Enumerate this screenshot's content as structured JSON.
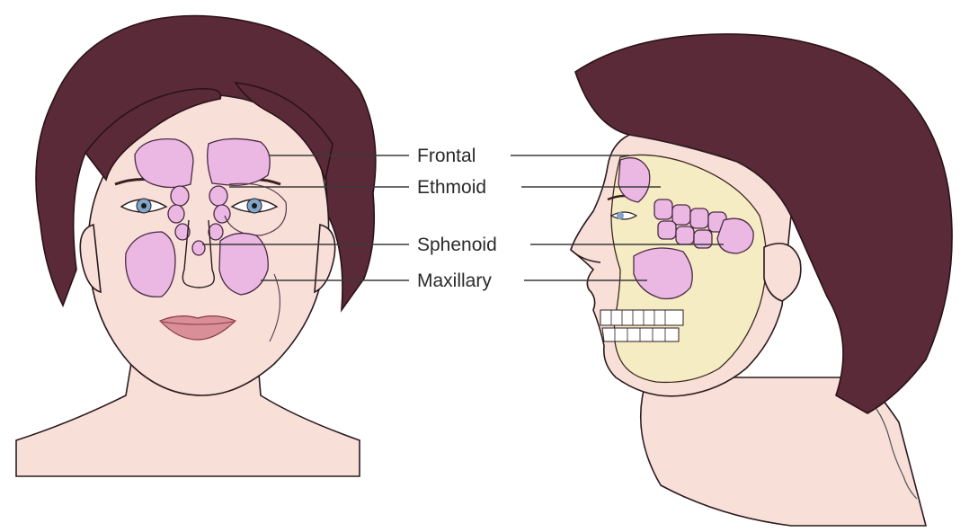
{
  "labels": {
    "frontal": "Frontal",
    "ethmoid": "Ethmoid",
    "sphenoid": "Sphenoid",
    "maxillary": "Maxillary"
  },
  "colors": {
    "hair": "#5a2a38",
    "skin": "#f8dfd8",
    "sinus": "#eab8e3",
    "bone": "#f6ecc4",
    "lips": "#d98f98",
    "iris": "#7fa6c9"
  },
  "illustrations": [
    "front-face-view",
    "side-profile-view"
  ]
}
